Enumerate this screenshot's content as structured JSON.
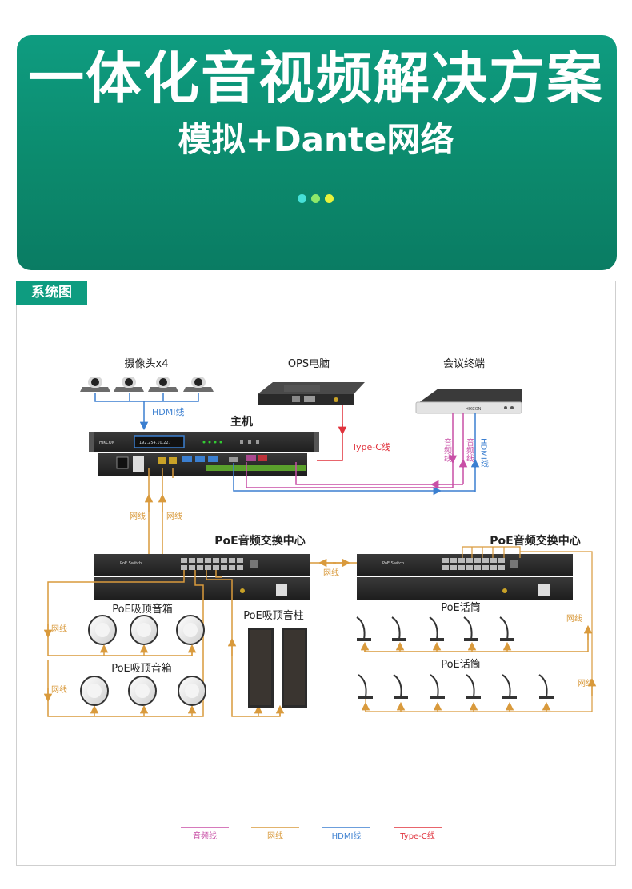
{
  "banner": {
    "title": "一体化音视频解决方案",
    "subtitle": "模拟+Dante网络",
    "dot_colors": [
      "#46e0d8",
      "#8ee86a",
      "#e8f23c"
    ]
  },
  "section": {
    "tab_label": "系统图"
  },
  "devices": {
    "cameras": "摄像头x4",
    "ops": "OPS电脑",
    "conference_terminal": "会议终端",
    "host": "主机",
    "host_display": "192.254.10.227",
    "host_brand": "HIKCON",
    "poe_switch_left": "PoE音频交换中心",
    "poe_switch_right": "PoE音频交换中心",
    "switch_panel_label": "PoE Switch",
    "ceiling_speaker_1": "PoE吸顶音箱",
    "ceiling_speaker_2": "PoE吸顶音箱",
    "column_speaker": "PoE吸顶音柱",
    "mic_row_1": "PoE话筒",
    "mic_row_2": "PoE话筒"
  },
  "cables": {
    "hdmi": "HDMI线",
    "type_c": "Type-C线",
    "audio_1": "音频线",
    "audio_2": "音频线",
    "hdmi_vertical": "HDMI线",
    "net_host_1": "网线",
    "net_host_2": "网线",
    "net_switch_link": "网线",
    "net_spk_1": "网线",
    "net_spk_2": "网线",
    "net_mic_1": "网线",
    "net_mic_2": "网线"
  },
  "legend": [
    {
      "label": "音频线",
      "color": "#c84fa6"
    },
    {
      "label": "网线",
      "color": "#d99a3c"
    },
    {
      "label": "HDMI线",
      "color": "#3b7fd0"
    },
    {
      "label": "Type-C线",
      "color": "#e0323c"
    }
  ],
  "colors": {
    "accent": "#0e9c80",
    "audio": "#c84fa6",
    "network": "#d99a3c",
    "hdmi": "#3b7fd0",
    "type_c": "#e0323c"
  }
}
